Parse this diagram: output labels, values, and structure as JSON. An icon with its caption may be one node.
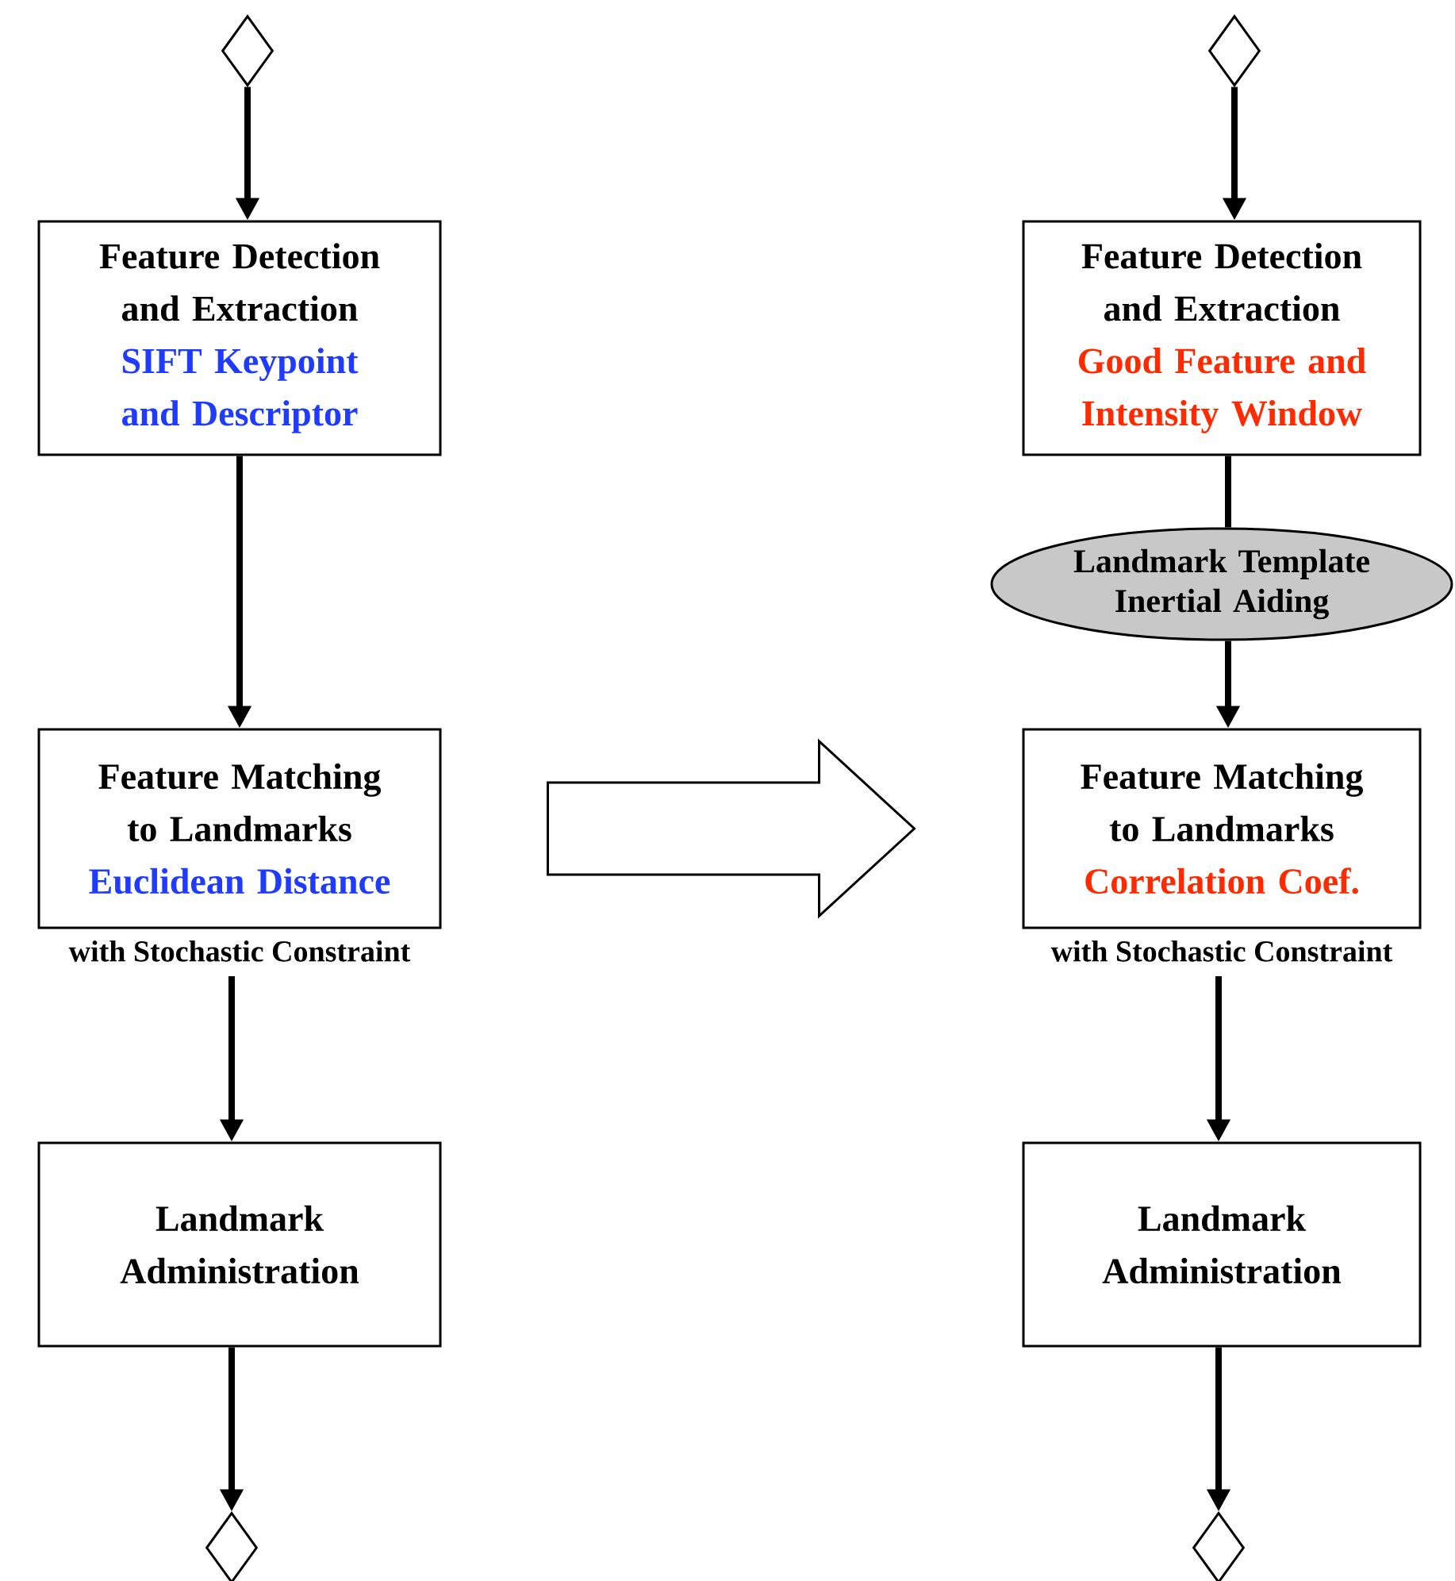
{
  "diagram": {
    "nodes": [
      {
        "text": [],
        "shape": "diamond"
      },
      {
        "text": [],
        "shape": "diamond"
      },
      {
        "text": [
          "Feature Detection and Extraction",
          "SIFT Keypoint and Descriptor"
        ]
      },
      {
        "text": [
          "Feature Detection and Extraction",
          "Good Feature and Intensity Window"
        ]
      },
      {
        "text": [
          "Landmark Template Inertial Aiding"
        ]
      },
      {
        "text": [
          "Feature Matching to Landmarks",
          "Euclidean Distance"
        ],
        "beside": [
          "with Stochastic Constraint"
        ]
      },
      {
        "text": [
          "Feature Matching to Landmarks",
          "Correlation Coef."
        ],
        "beside": [
          "with Stochastic Constraint"
        ]
      },
      {
        "text": [
          "Landmark Administration"
        ]
      },
      {
        "text": [
          "Landmark Administration"
        ]
      },
      {
        "text": [],
        "shape": "diamond"
      },
      {
        "text": [],
        "shape": "diamond"
      }
    ],
    "edges": [
      {
        "from": 0,
        "to": 2,
        "arrow": "to"
      },
      {
        "from": 1,
        "to": 3,
        "arrow": "to"
      },
      {
        "from": 2,
        "to": 5,
        "arrow": "to"
      },
      {
        "from": 3,
        "to": 4,
        "arrow": "none"
      },
      {
        "from": 4,
        "to": 6,
        "arrow": "to"
      },
      {
        "from": 5,
        "to": 6,
        "arrow": "to"
      },
      {
        "from": 5,
        "to": 7,
        "arrow": "to"
      },
      {
        "from": 6,
        "to": 8,
        "arrow": "to"
      },
      {
        "from": 7,
        "to": 9,
        "arrow": "to"
      },
      {
        "from": 8,
        "to": 10,
        "arrow": "to"
      }
    ]
  }
}
